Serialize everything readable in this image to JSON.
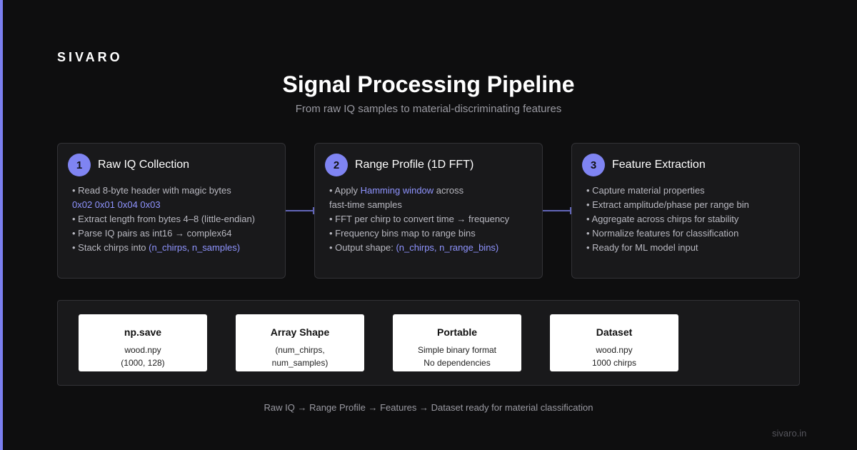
{
  "brand": "SIVARO",
  "title": "Signal Processing Pipeline",
  "subtitle": "From raw IQ samples to material-discriminating features",
  "accent_color": "#7f84f2",
  "steps": [
    {
      "number": "1",
      "title": "Raw IQ Collection",
      "bullets": [
        [
          {
            "t": "• Read 8-byte header with magic bytes"
          }
        ],
        [
          {
            "t": "0x02 0x01 0x04 0x03",
            "hl": true
          }
        ],
        [
          {
            "t": "• Extract length from bytes 4–8 (little-endian)"
          }
        ],
        [
          {
            "t": "• Parse IQ pairs as int16 → complex64"
          }
        ],
        [
          {
            "t": "• Stack chirps into "
          },
          {
            "t": "(n_chirps, n_samples)",
            "hl": true
          }
        ]
      ]
    },
    {
      "number": "2",
      "title": "Range Profile (1D FFT)",
      "bullets": [
        [
          {
            "t": "• Apply "
          },
          {
            "t": "Hamming window",
            "hl": true
          },
          {
            "t": " across"
          }
        ],
        [
          {
            "t": "fast-time samples"
          }
        ],
        [
          {
            "t": "• FFT per chirp to convert time → frequency"
          }
        ],
        [
          {
            "t": "• Frequency bins map to range bins"
          }
        ],
        [
          {
            "t": "• Output shape: "
          },
          {
            "t": "(n_chirps, n_range_bins)",
            "hl": true
          }
        ]
      ]
    },
    {
      "number": "3",
      "title": "Feature Extraction",
      "bullets": [
        [
          {
            "t": "• Capture material properties"
          }
        ],
        [
          {
            "t": "• Extract amplitude/phase per range bin"
          }
        ],
        [
          {
            "t": "• Aggregate across chirps for stability"
          }
        ],
        [
          {
            "t": "• Normalize features for classification"
          }
        ],
        [
          {
            "t": "• Ready for ML model input"
          }
        ]
      ]
    }
  ],
  "output_tiles": [
    {
      "title": "np.save",
      "lines": [
        "wood.npy",
        "(1000, 128)"
      ]
    },
    {
      "title": "Array Shape",
      "lines": [
        "(num_chirps,",
        "num_samples)"
      ]
    },
    {
      "title": "Portable",
      "lines": [
        "Simple binary format",
        "No dependencies"
      ]
    },
    {
      "title": "Dataset",
      "lines": [
        "wood.npy",
        "1000 chirps"
      ]
    }
  ],
  "summary": "Raw IQ → Range Profile → Features → Dataset ready for material classification",
  "footer_domain": "sivaro.in"
}
